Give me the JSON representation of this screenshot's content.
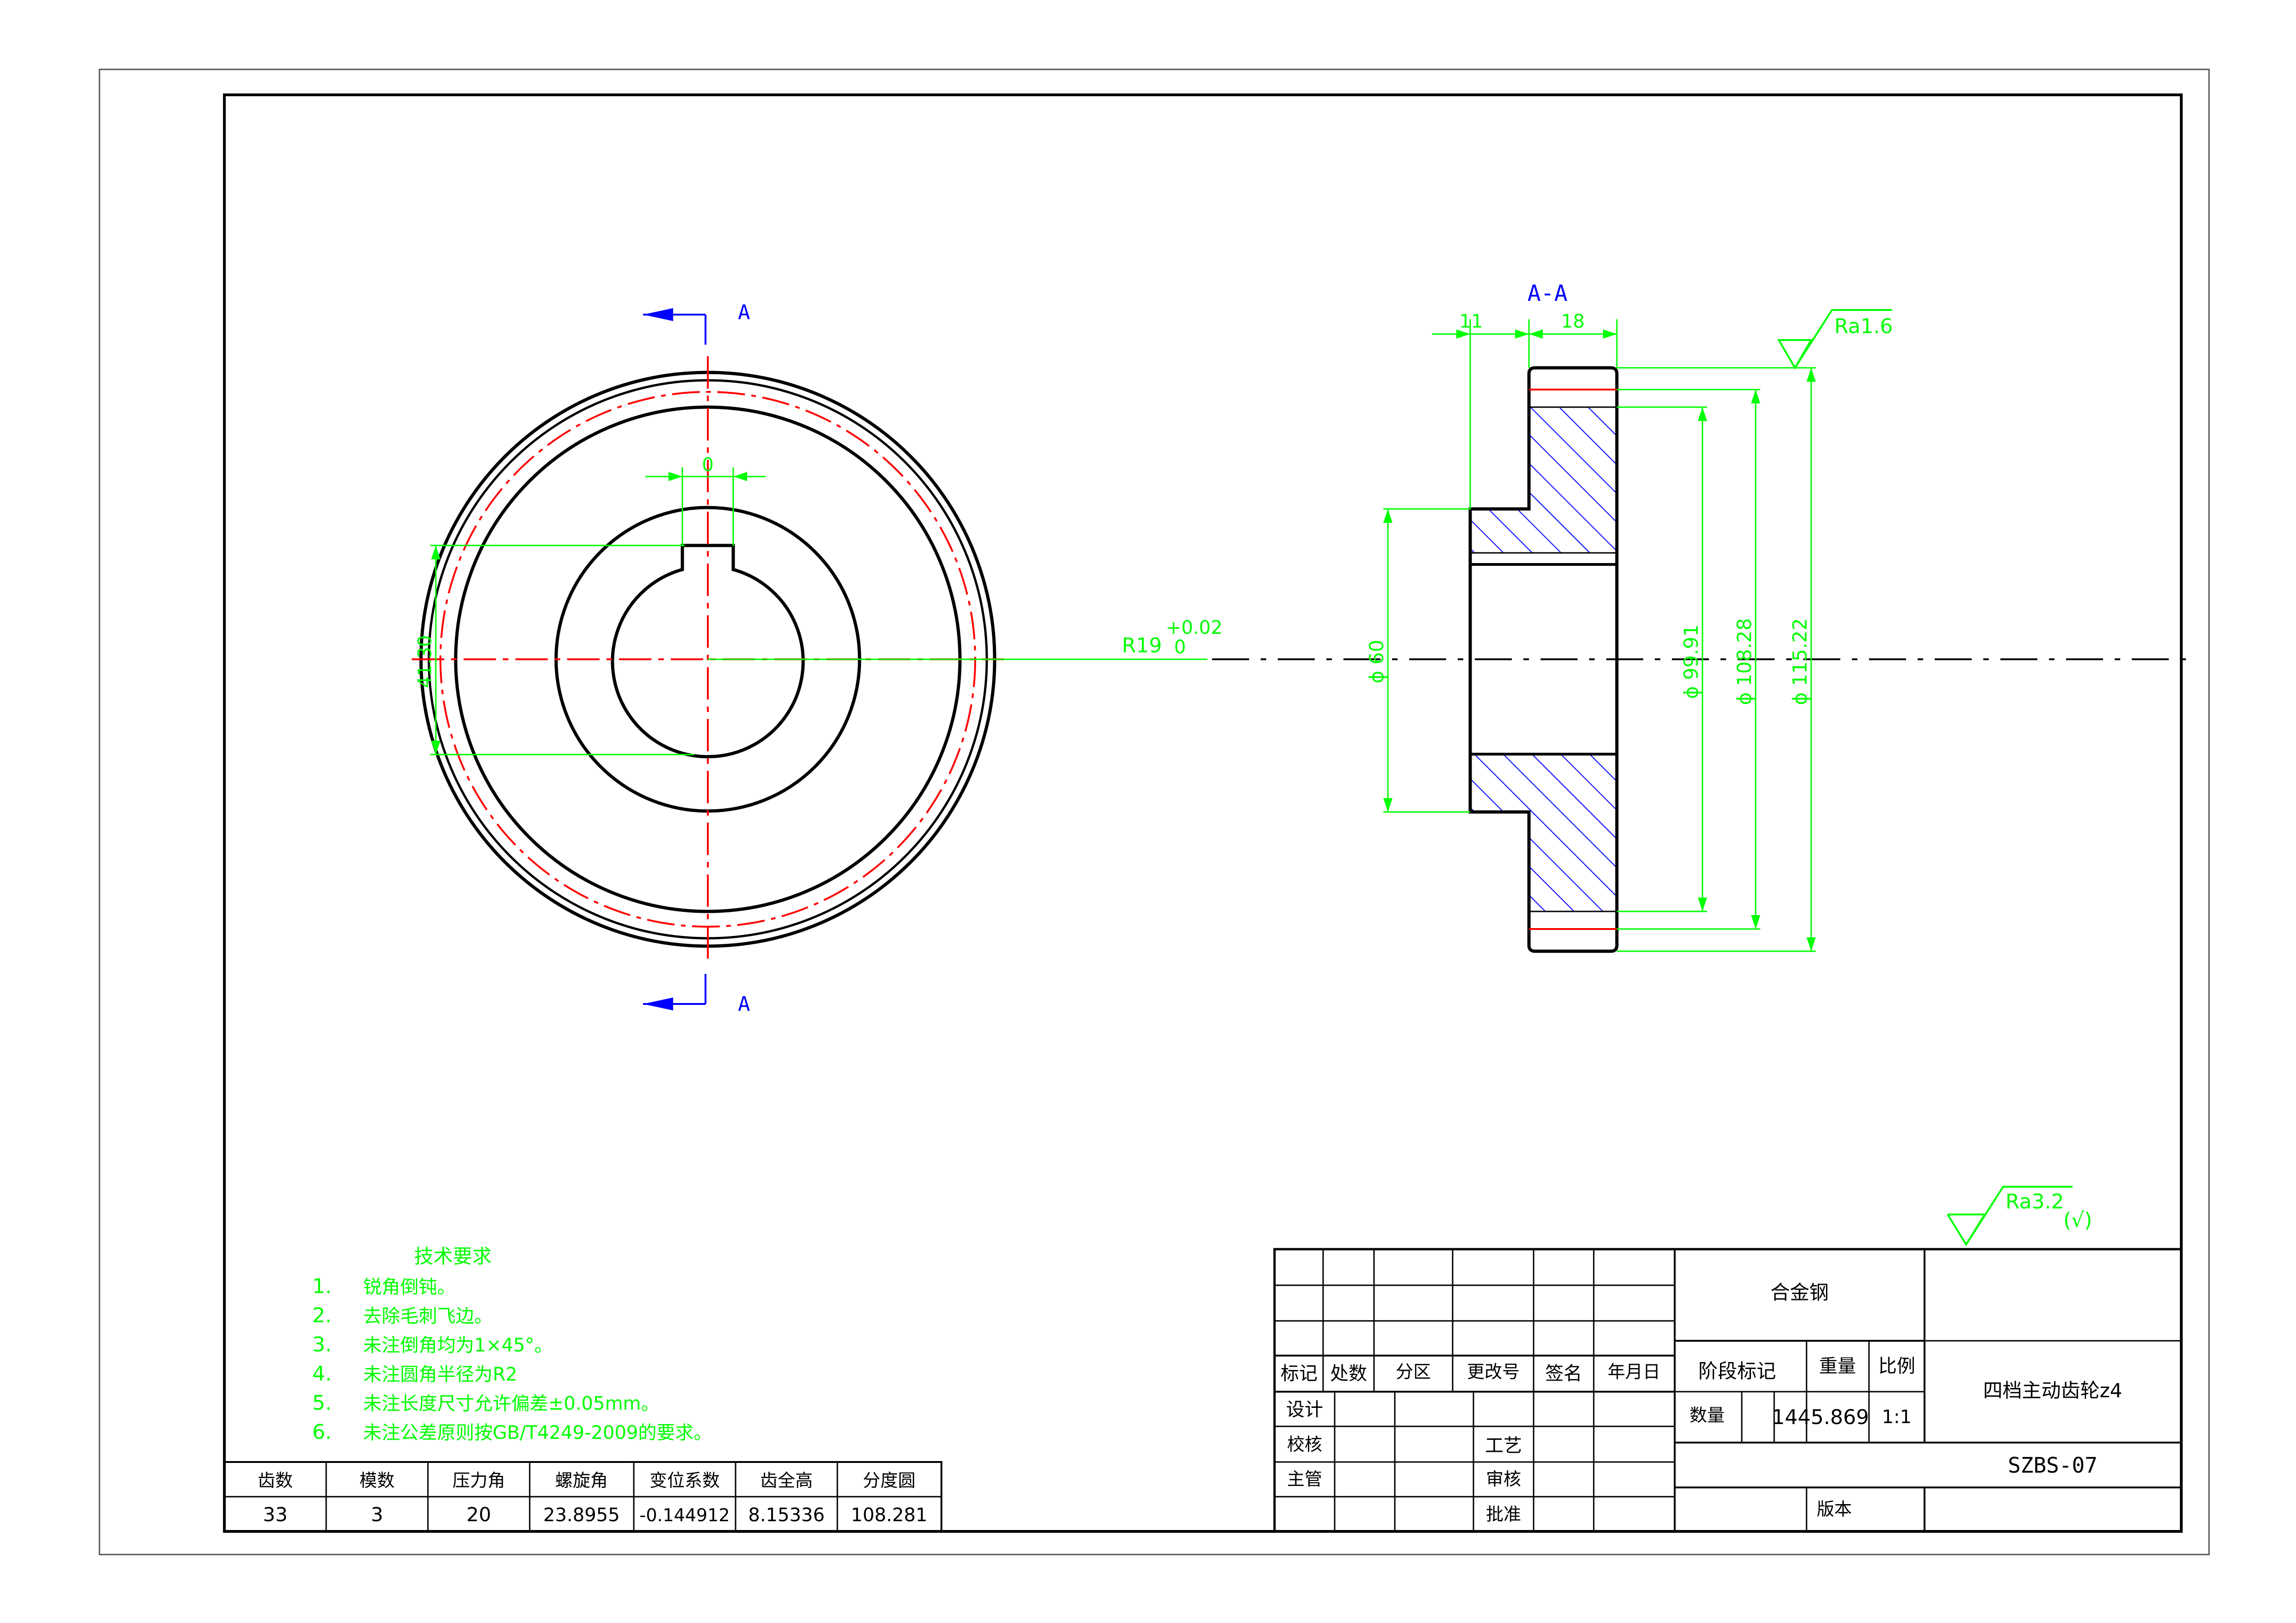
{
  "view_labels": {
    "section_mark_top": "A",
    "section_mark_bottom": "A",
    "section_title": "A-A"
  },
  "dimensions": {
    "keyway_width": "0",
    "key_depth": "41.30",
    "bore_radius": "R19",
    "bore_tol_upper": "+0.02",
    "bore_tol_lower": "0",
    "hub_width": "11",
    "gear_width": "18",
    "hub_dia": "ϕ 60",
    "root_dia": "ϕ 99.91",
    "pitch_dia": "ϕ 108.28",
    "tip_dia": "ϕ 115.22",
    "roughness_local": "Ra1.6",
    "roughness_general": "Ra3.2",
    "roughness_suffix": "(√)"
  },
  "tech_req": {
    "title": "技术要求",
    "items": [
      {
        "num": "1.",
        "text": "锐角倒钝。"
      },
      {
        "num": "2.",
        "text": "去除毛刺飞边。"
      },
      {
        "num": "3.",
        "text": "未注倒角均为1×45°。"
      },
      {
        "num": "4.",
        "text": "未注圆角半径为R2"
      },
      {
        "num": "5.",
        "text": "未注长度尺寸允许偏差±0.05mm。"
      },
      {
        "num": "6.",
        "text": "未注公差原则按GB/T4249-2009的要求。"
      }
    ]
  },
  "gear_table": {
    "headers": [
      "齿数",
      "模数",
      "压力角",
      "螺旋角",
      "变位系数",
      "齿全高",
      "分度圆"
    ],
    "values": [
      "33",
      "3",
      "20",
      "23.8955",
      "-0.144912",
      "8.15336",
      "108.281"
    ]
  },
  "title_block": {
    "material": "合金钢",
    "rev_headers": [
      "标记",
      "处数",
      "分区",
      "更改号",
      "签名",
      "年月日"
    ],
    "roles": [
      "设计",
      "校核",
      "主管"
    ],
    "roles_right": [
      "工艺",
      "审核",
      "批准"
    ],
    "stage_mark": "阶段标记",
    "weight_label": "重量",
    "scale_label": "比例",
    "qty_label": "数量",
    "weight_value": "1445.869",
    "scale_value": "1:1",
    "part_name": "四档主动齿轮z4",
    "drawing_no": "SZBS-07",
    "version_label": "版本"
  }
}
